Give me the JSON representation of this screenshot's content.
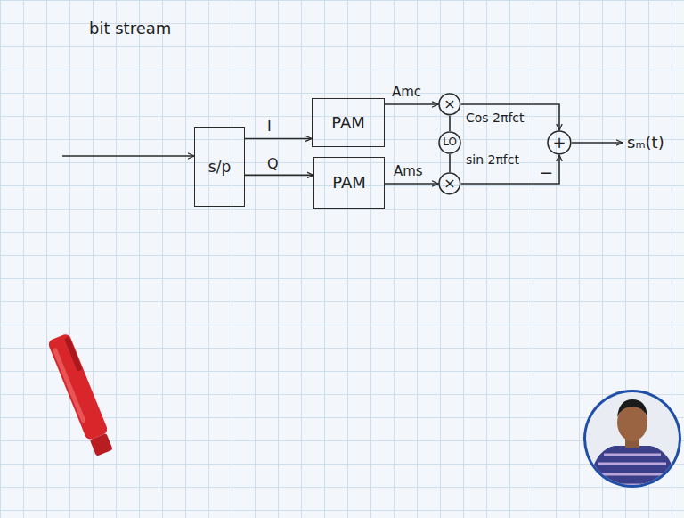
{
  "diagram": {
    "nodes": [
      {
        "text": [
          "s/p"
        ]
      },
      {
        "text": [
          "PAM"
        ]
      },
      {
        "text": [
          "PAM"
        ]
      },
      {
        "text": [
          "×"
        ]
      },
      {
        "text": [
          "LO"
        ]
      },
      {
        "text": [
          "×"
        ]
      },
      {
        "text": [
          "+"
        ]
      }
    ],
    "edges": [
      {
        "from": 0,
        "to": 1,
        "label": "I",
        "arrow": "to"
      },
      {
        "from": 0,
        "to": 2,
        "label": "Q",
        "arrow": "to"
      },
      {
        "from": 1,
        "to": 3,
        "label": "Amc",
        "arrow": "to"
      },
      {
        "from": 2,
        "to": 5,
        "label": "Ams",
        "arrow": "to"
      },
      {
        "from": 4,
        "to": 3,
        "label": "Cos 2πfct",
        "arrow": "none"
      },
      {
        "from": 4,
        "to": 5,
        "label": "sin 2πfct",
        "arrow": "none"
      },
      {
        "from": 3,
        "to": 6,
        "arrow": "to"
      },
      {
        "from": 5,
        "to": 6,
        "label": "−",
        "arrow": "to"
      }
    ],
    "labels": [
      "bit stream",
      "sₘ(t)"
    ]
  }
}
